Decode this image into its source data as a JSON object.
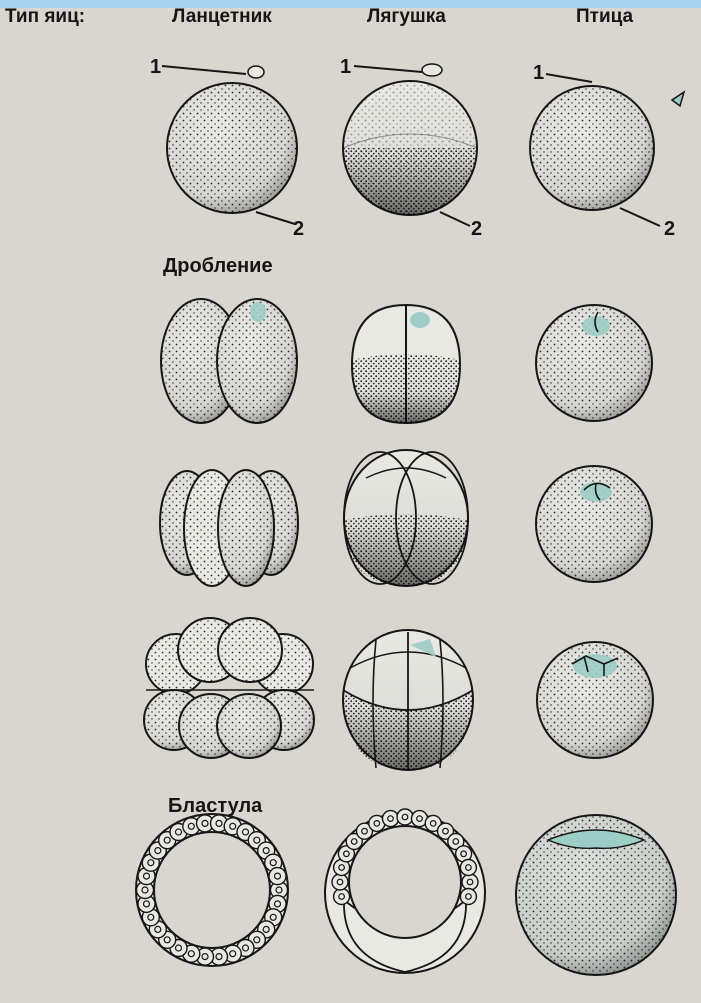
{
  "header": {
    "row_label": "Тип яиц:",
    "columns": [
      "Ланцетник",
      "Лягушка",
      "Птица"
    ]
  },
  "sections": {
    "cleavage": "Дробление",
    "blastula": "Бластула"
  },
  "markers": [
    "1",
    "2"
  ],
  "colors": {
    "background": "#d9d6cf",
    "ink": "#161616",
    "cell_fill": "#e9e9e4",
    "yolk_teal": "#9ccdc6",
    "highlight": "#a9d6d0",
    "top_bar": "#a8d3ee"
  }
}
